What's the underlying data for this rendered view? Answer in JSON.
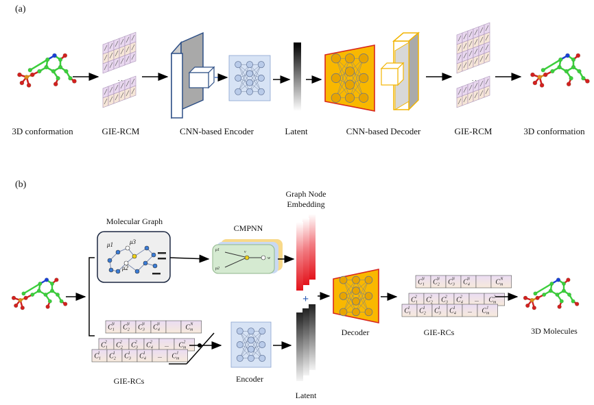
{
  "panel_a": {
    "tag": "(a)",
    "labels": {
      "input": "3D conformation",
      "gie_in": "GIE-RCM",
      "encoder": "CNN-based Encoder",
      "latent": "Latent",
      "decoder": "CNN-based Decoder",
      "gie_out": "GIE-RCM",
      "output": "3D conformation"
    }
  },
  "panel_b": {
    "tag": "(b)",
    "labels": {
      "molecular_graph": "Molecular Graph",
      "cmpnn": "CMPNN",
      "graph_node_embedding_1": "Graph Node",
      "graph_node_embedding_2": "Embedding",
      "gie_rcs_in": "GIE-RCs",
      "encoder": "Encoder",
      "latent": "Latent",
      "decoder": "Decoder",
      "gie_rcs_out": "GIE-RCs",
      "output": "3D Molecules"
    },
    "graph_symbols": {
      "mu1": "μ1",
      "mu2": "μ2",
      "mu3": "μ3"
    },
    "cmpnn_symbols": {
      "mu1": "μ1",
      "mu2": "μ2",
      "v": "v",
      "w": "w"
    },
    "plus": "+",
    "matrix_rows": [
      [
        "C1N",
        "C2N",
        "C3N",
        "C4N",
        "",
        "CmN"
      ],
      [
        "C12",
        "C22",
        "C32",
        "C42",
        "...",
        "Cm2"
      ],
      [
        "C11",
        "C21",
        "C31",
        "C41",
        "...",
        "Cm1"
      ]
    ],
    "ellipsis": "..."
  },
  "colors": {
    "gie_fill": "#e9d8ef",
    "gie_fill2": "#f6e6d8",
    "encoder_fill": "#d7e3f5",
    "decoder_fill": "#f9b800",
    "decoder_stroke": "#d7261e",
    "cnn_stroke": "#2d4f86",
    "embed_red": "#e3131b",
    "carbon": "#3ccf3c",
    "nitrogen": "#1c3fd6",
    "oxygen": "#d32020",
    "phosphorus": "#e08a1a"
  }
}
